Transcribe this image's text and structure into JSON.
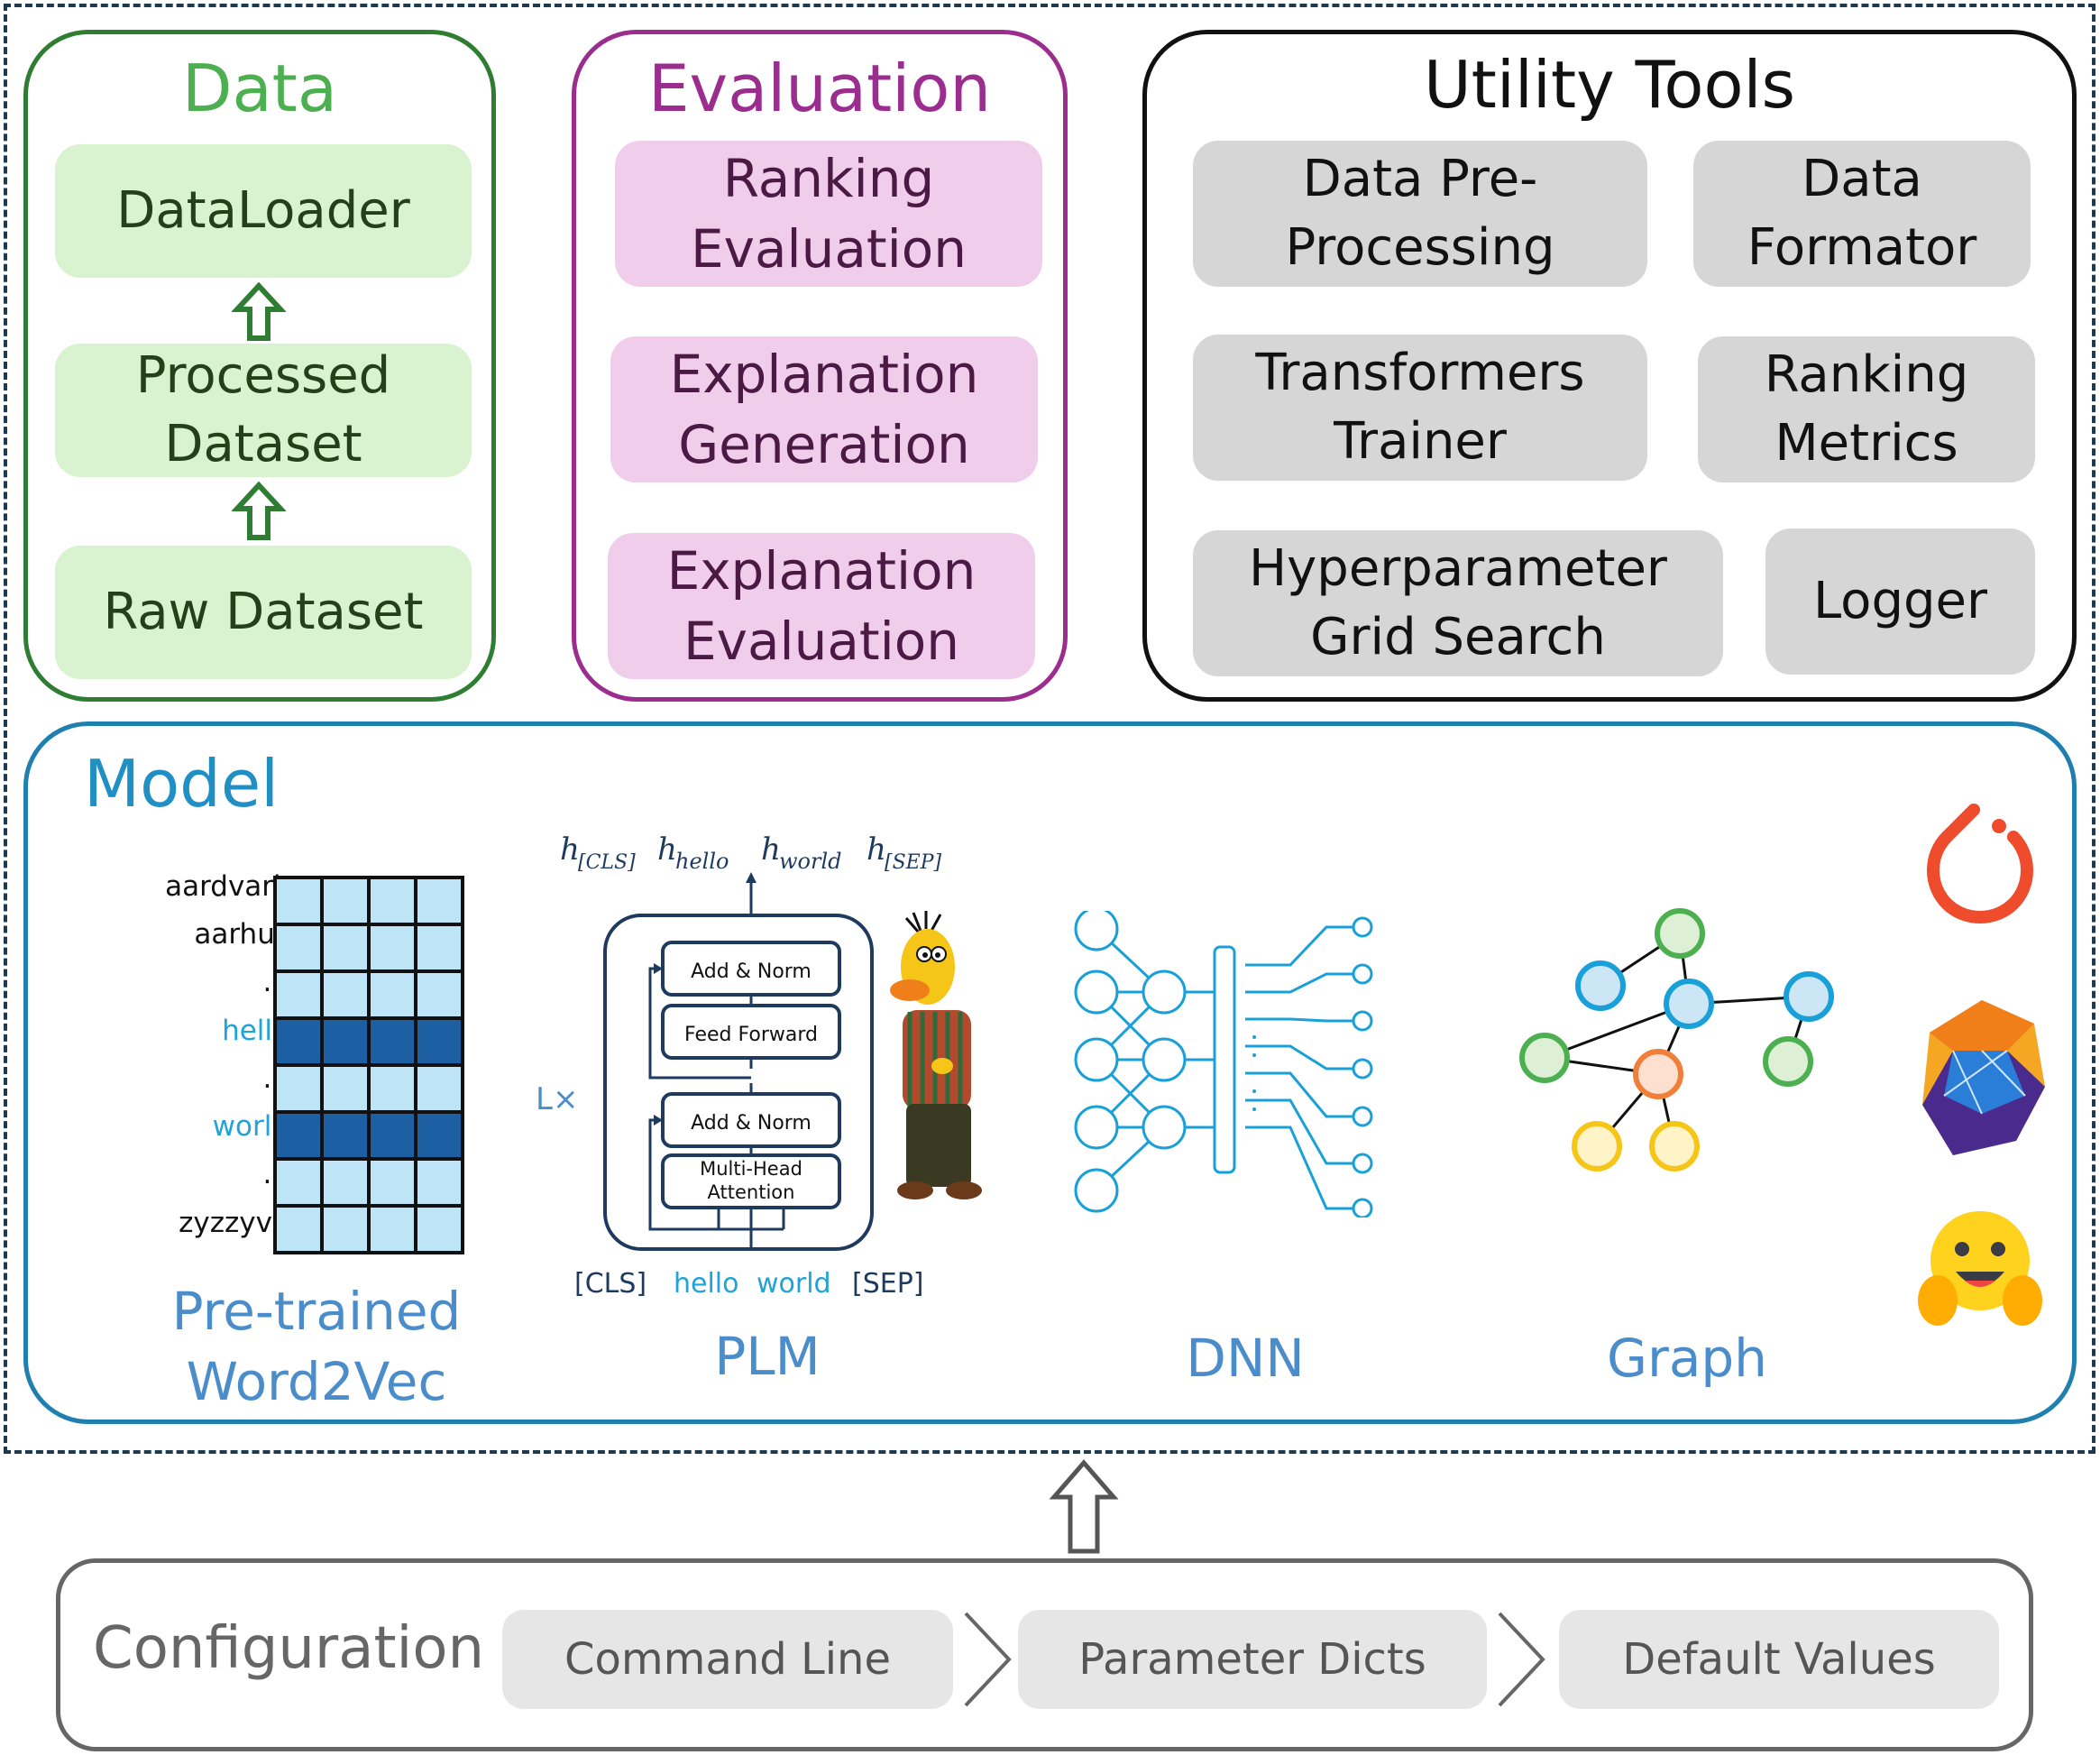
{
  "data_panel": {
    "title": "Data",
    "items": [
      "DataLoader",
      "Processed\nDataset",
      "Raw Dataset"
    ]
  },
  "evaluation_panel": {
    "title": "Evaluation",
    "items": [
      "Ranking\nEvaluation",
      "Explanation\nGeneration",
      "Explanation\nEvaluation"
    ]
  },
  "utility_panel": {
    "title": "Utility Tools",
    "items": [
      "Data Pre-\nProcessing",
      "Data\nFormator",
      "Transformers\nTrainer",
      "Ranking\nMetrics",
      "Hyperparameter\nGrid Search",
      "Logger"
    ]
  },
  "model_panel": {
    "title": "Model",
    "word2vec": {
      "vocab": [
        "aardvark",
        "aarhus",
        "...",
        "hello",
        "...",
        "world",
        "...",
        "zyzzyva"
      ],
      "highlight_rows": [
        3,
        5
      ],
      "label": "Pre-trained\nWord2Vec"
    },
    "plm": {
      "outputs": [
        "h",
        "[CLS]",
        "h",
        "hello",
        "h",
        "world",
        "h",
        "[SEP]"
      ],
      "blocks": [
        "Add & Norm",
        "Feed Forward",
        "Add & Norm",
        "Multi-Head\nAttention"
      ],
      "repeat": "L×",
      "inputs": [
        "[CLS]",
        "hello",
        "world",
        "[SEP]"
      ],
      "label": "PLM"
    },
    "dnn": {
      "label": "DNN"
    },
    "graph": {
      "label": "Graph"
    },
    "logo_icons": [
      "pytorch-logo-icon",
      "pyg-logo-icon",
      "huggingface-logo-icon"
    ]
  },
  "configuration": {
    "title": "Configuration",
    "steps": [
      "Command Line",
      "Parameter Dicts",
      "Default Values"
    ]
  },
  "colors": {
    "data": "#2e7d32",
    "evaluation": "#9b2d8f",
    "utility": "#111111",
    "model": "#1f7fae",
    "highlight": "#1fa3d8",
    "matrix_dark": "#1d5fa3",
    "matrix_light": "#bde4f7"
  }
}
